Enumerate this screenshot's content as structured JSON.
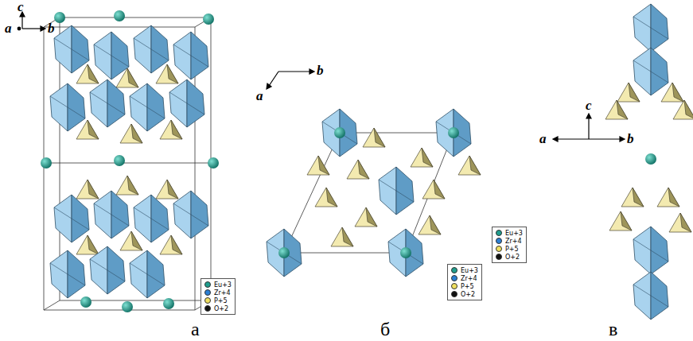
{
  "diagram": {
    "labels": [
      "c",
      "a",
      "b",
      "a",
      "b",
      "c",
      "a",
      "b",
      "а",
      "б",
      "в"
    ],
    "legend": [
      {
        "text": "Eu+3",
        "color": "#1f9e8e"
      },
      {
        "text": "Zr+4",
        "color": "#2a7fd4"
      },
      {
        "text": "P+5",
        "color": "#f0e060"
      },
      {
        "text": "O+2",
        "color": "#111111"
      },
      {
        "text": "Eu+3",
        "color": "#1f9e8e"
      },
      {
        "text": "Zr+4",
        "color": "#2a7fd4"
      },
      {
        "text": "P+5",
        "color": "#f0e060"
      },
      {
        "text": "O+2",
        "color": "#111111"
      },
      {
        "text": "Eu+3",
        "color": "#1f9e8e"
      },
      {
        "text": "Zr+4",
        "color": "#2a7fd4"
      },
      {
        "text": "P+5",
        "color": "#f0e060"
      },
      {
        "text": "O+2",
        "color": "#111111"
      }
    ]
  }
}
